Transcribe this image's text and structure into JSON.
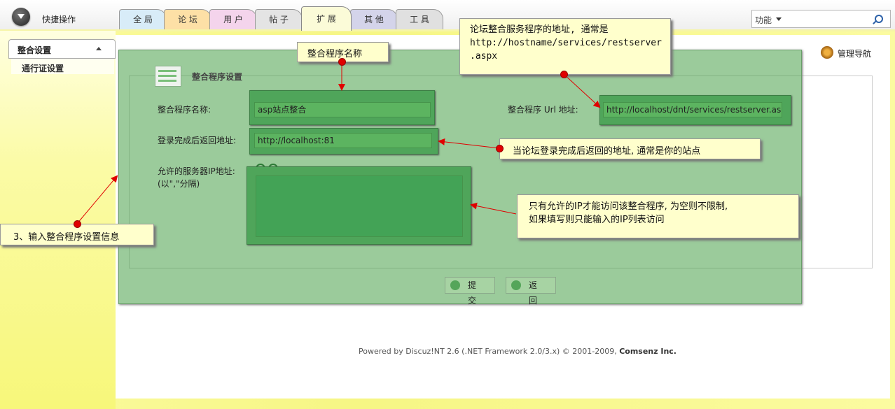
{
  "topbar": {
    "quick_label": "快捷操作",
    "tabs": [
      {
        "label": "全 局",
        "color": "#d8ecf8"
      },
      {
        "label": "论 坛",
        "color": "#fde0a6"
      },
      {
        "label": "用 户",
        "color": "#f4d4ec"
      },
      {
        "label": "帖 子",
        "color": "#e4e4e4"
      },
      {
        "label": "扩 展",
        "color": "#fbfbd8"
      },
      {
        "label": "其 他",
        "color": "#d4d4ea"
      },
      {
        "label": "工 具",
        "color": "#e0e0e0"
      }
    ],
    "search_select": "功能"
  },
  "sidebar": {
    "header": "整合设置",
    "items": [
      {
        "label": "通行证设置"
      }
    ]
  },
  "main": {
    "admin_nav": "管理导航",
    "legend": "整合程序设置",
    "fields": {
      "name_label": "整合程序名称:",
      "name_value": "asp站点整合",
      "url_label": "整合程序 Url 地址:",
      "url_value": "http://localhost/dnt/services/restserver.aspx",
      "return_label": "登录完成后返回地址:",
      "return_value": "http://localhost:81",
      "ip_label_1": "允许的服务器IP地址:",
      "ip_label_2": "(以\",\"分隔)",
      "ip_value": ""
    },
    "buttons": {
      "submit": "提 交",
      "back": "返 回"
    },
    "footer": {
      "powered": "Powered by ",
      "product": "Discuz!NT",
      "version": " 2.6 (.NET Framework 2.0/3.x)  © 2001-2009, ",
      "company": "Comsenz Inc."
    }
  },
  "callouts": {
    "program_name": "整合程序名称",
    "service_url_1": "论坛整合服务程序的地址, 通常是",
    "service_url_2": "http://hostname/services/restserver",
    "service_url_3": ".aspx",
    "return_url": "当论坛登录完成后返回的地址, 通常是你的站点",
    "ip_1": "只有允许的IP才能访问该整合程序, 为空则不限制,",
    "ip_2": "如果填写则只能输入的IP列表访问",
    "step": "3、输入整合程序设置信息"
  }
}
